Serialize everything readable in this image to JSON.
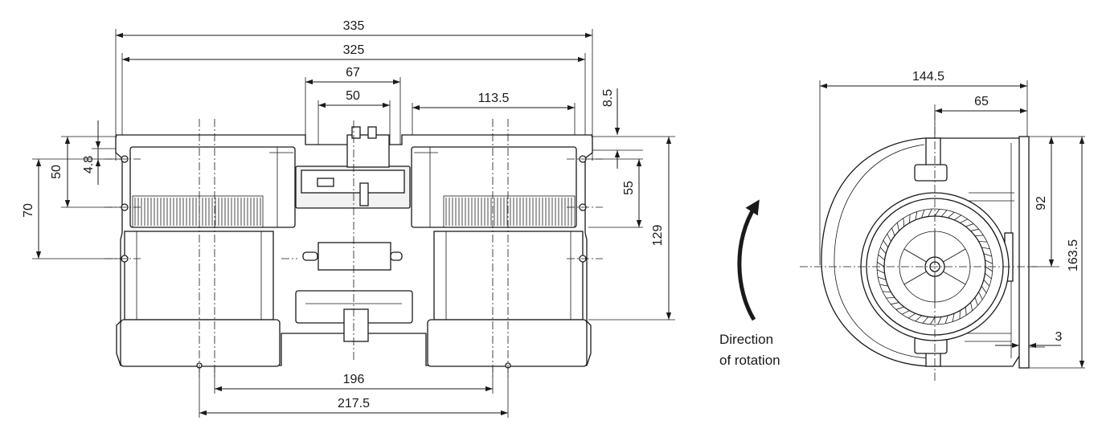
{
  "diagram": {
    "front_view": {
      "dims": {
        "overall_width": "335",
        "mount_width": "325",
        "connector_outer": "67",
        "connector_inner": "50",
        "right_offset": "113.5",
        "top_offset": "8.5",
        "left_50": "50",
        "left_4_8": "4.8",
        "left_70": "70",
        "right_55": "55",
        "right_129": "129",
        "bottom_196": "196",
        "bottom_217_5": "217.5"
      }
    },
    "rotation_note": {
      "line1": "Direction",
      "line2": "of rotation"
    },
    "side_view": {
      "dims": {
        "depth": "144.5",
        "hub_offset": "65",
        "height_92": "92",
        "height_163_5": "163.5",
        "flange": "3"
      }
    }
  }
}
